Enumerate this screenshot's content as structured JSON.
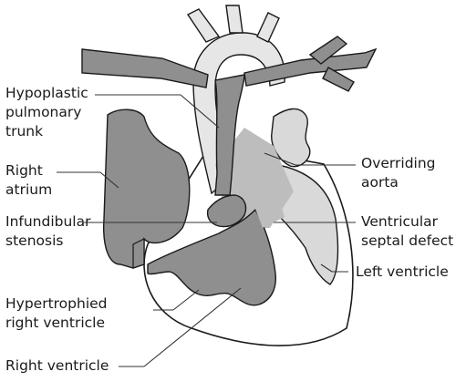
{
  "diagram": {
    "labels": {
      "hypoplastic_pulmonary_trunk": "Hypoplastic\npulmonary\ntrunk",
      "right_atrium": "Right\natrium",
      "infundibular_stenosis": "Infundibular\nstenosis",
      "hypertrophied_right_ventricle": "Hypertrophied\nright ventricle",
      "right_ventricle": "Right ventricle",
      "overriding_aorta": "Overriding\naorta",
      "ventricular_septal_defect": "Ventricular\nseptal defect",
      "left_ventricle": "Left ventricle"
    },
    "colors": {
      "dark_fill": "#8f8f8f",
      "light_fill": "#d9d9d9",
      "mid_fill": "#bdbdbd",
      "outline": "#1a1a1a",
      "leader": "#333333"
    }
  }
}
